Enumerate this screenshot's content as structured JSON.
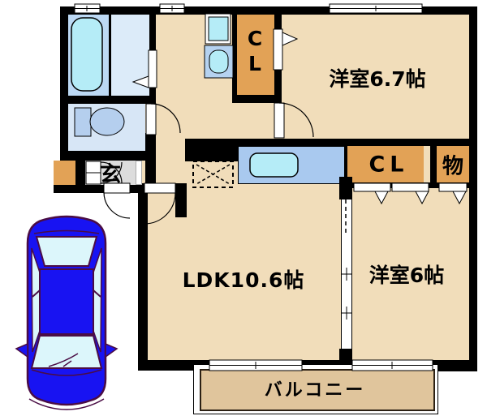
{
  "document": {
    "type": "apartment-floor-plan",
    "description": "Japanese 2LDK apartment floor plan with parking space"
  },
  "labels": {
    "bedroom1": "洋室6.7帖",
    "bedroom2": "洋室6帖",
    "ldk": "LDK10.6帖",
    "balcony": "バルコニー",
    "entrance": "玄",
    "closet_top_letters": [
      "C",
      "L"
    ],
    "closet_mid": "CL",
    "storage": "物"
  },
  "colors": {
    "wall": "#000000",
    "room-beige": "#f1ddba",
    "balcony-tan": "#e0c59c",
    "closet-orange": "#e2a256",
    "genkan-gray": "#dcdcdc",
    "counter-blue": "#a9c9ef",
    "fixture-cyan": "#b5ecf7",
    "bath-blue": "#bcd9f4",
    "washroom-blue": "#dcebf9",
    "toilet-room-blue": "#d7e6f6",
    "toilet-blue": "#b5cfee",
    "basin-blue": "#b5d2f0",
    "car-blue": "#1813f2",
    "car-outline": "#4a0d45",
    "car-window": "#dcf6fb"
  }
}
